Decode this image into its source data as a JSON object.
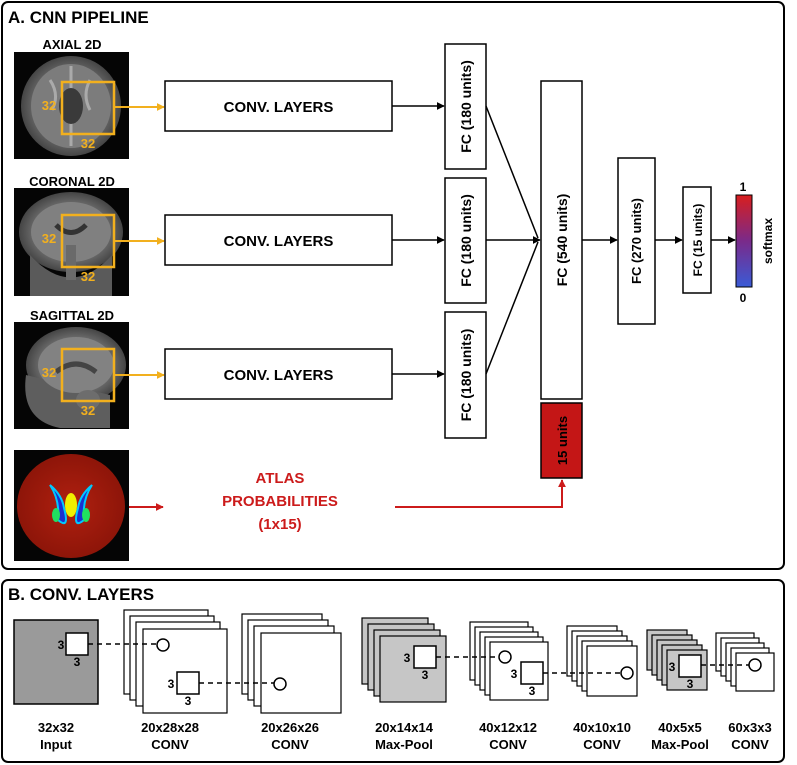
{
  "panel_a": {
    "title": "A. CNN PIPELINE",
    "inputs": [
      {
        "label": "AXIAL 2D",
        "patch_w": "32",
        "patch_h": "32"
      },
      {
        "label": "CORONAL 2D",
        "patch_w": "32",
        "patch_h": "32"
      },
      {
        "label": "SAGITTAL 2D",
        "patch_w": "32",
        "patch_h": "32"
      }
    ],
    "conv_label": "CONV. LAYERS",
    "fc_branch_label": "FC (180 units)",
    "fc_merge_label": "FC (540 units)",
    "atlas_units_label": "15 units",
    "fc_270_label": "FC (270 units)",
    "fc_15_label": "FC (15 units)",
    "softmax_label": "softmax",
    "softmax_max": "1",
    "softmax_min": "0",
    "atlas_line1": "ATLAS",
    "atlas_line2": "PROBABILITIES",
    "atlas_line3": "(1x15)",
    "colors": {
      "patch_box": "#f2b01e",
      "arrow_orange": "#f2b01e",
      "atlas_red": "#cc1b1b",
      "atlas_box_fill": "#c41616",
      "softmax_top": "#d81e1e",
      "softmax_bottom": "#3a5bd6"
    }
  },
  "panel_b": {
    "title": "B. CONV. LAYERS",
    "kernel_size": "3",
    "stages": [
      {
        "size": "32x32",
        "type": "Input"
      },
      {
        "size": "20x28x28",
        "type": "CONV"
      },
      {
        "size": "20x26x26",
        "type": "CONV"
      },
      {
        "size": "20x14x14",
        "type": "Max-Pool"
      },
      {
        "size": "40x12x12",
        "type": "CONV"
      },
      {
        "size": "40x10x10",
        "type": "CONV"
      },
      {
        "size": "40x5x5",
        "type": "Max-Pool"
      },
      {
        "size": "60x3x3",
        "type": "CONV"
      }
    ]
  }
}
